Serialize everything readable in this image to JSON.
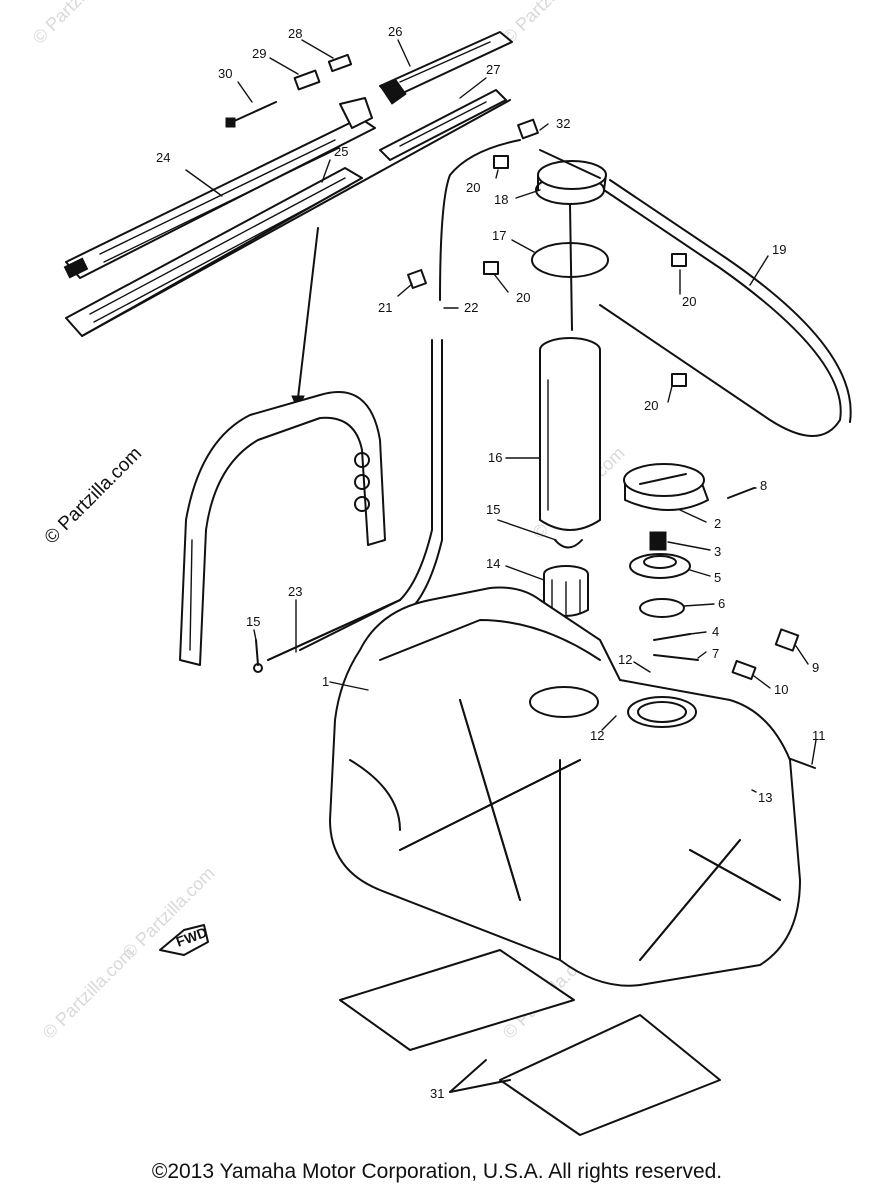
{
  "watermark": {
    "main": "© Partzilla.com",
    "faint": [
      "© Partzilla.com",
      "© Partzilla.com",
      "© Partzilla.com",
      "© Partzilla.com",
      "© Partzilla.com",
      "© Partzilla.com"
    ]
  },
  "callouts": {
    "c1": "1",
    "c2": "2",
    "c3": "3",
    "c4": "4",
    "c5": "5",
    "c6": "6",
    "c7": "7",
    "c8": "8",
    "c9": "9",
    "c10": "10",
    "c11": "11",
    "c12a": "12",
    "c12b": "12",
    "c13": "13",
    "c14": "14",
    "c15a": "15",
    "c15b": "15",
    "c16": "16",
    "c17": "17",
    "c18": "18",
    "c19": "19",
    "c20a": "20",
    "c20b": "20",
    "c20c": "20",
    "c20d": "20",
    "c21": "21",
    "c22": "22",
    "c23": "23",
    "c24": "24",
    "c25": "25",
    "c26": "26",
    "c27": "27",
    "c28": "28",
    "c29": "29",
    "c30": "30",
    "c31": "31",
    "c32": "32"
  },
  "fwd_label": "FWD",
  "copyright": "©2013 Yamaha Motor Corporation, U.S.A. All rights reserved."
}
